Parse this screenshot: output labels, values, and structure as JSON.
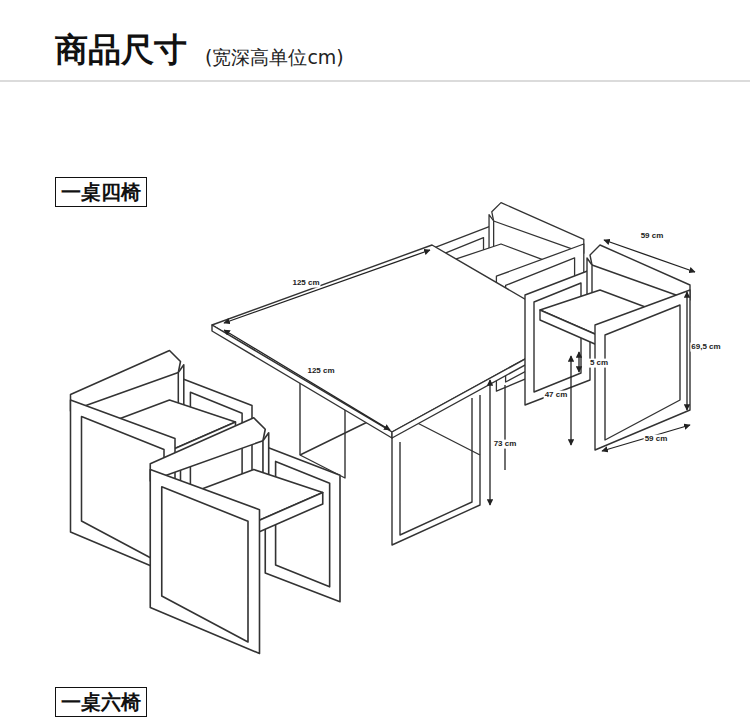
{
  "diagram": {
    "title": "商品尺寸",
    "nodes": [
      {
        "text": [
          "一桌四椅"
        ]
      },
      {
        "text": [
          "一桌六椅"
        ]
      }
    ],
    "labels": [
      "(宽深高单位cm)",
      "59 cm",
      "125 cm",
      "125 cm",
      "69,5 cm",
      "5 cm",
      "47 cm",
      "73 cm",
      "59 cm"
    ]
  }
}
